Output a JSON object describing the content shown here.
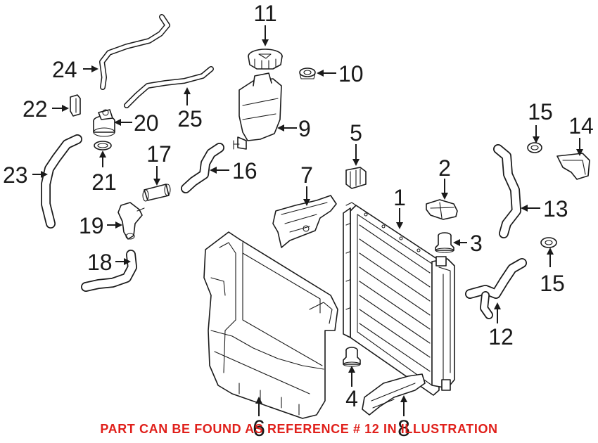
{
  "callouts": [
    {
      "id": "1",
      "label": "1"
    },
    {
      "id": "2",
      "label": "2"
    },
    {
      "id": "3",
      "label": "3"
    },
    {
      "id": "4",
      "label": "4"
    },
    {
      "id": "5",
      "label": "5"
    },
    {
      "id": "6",
      "label": "6"
    },
    {
      "id": "7",
      "label": "7"
    },
    {
      "id": "8",
      "label": "8"
    },
    {
      "id": "9",
      "label": "9"
    },
    {
      "id": "10",
      "label": "10"
    },
    {
      "id": "11",
      "label": "11"
    },
    {
      "id": "12",
      "label": "12"
    },
    {
      "id": "13",
      "label": "13"
    },
    {
      "id": "14",
      "label": "14"
    },
    {
      "id": "15a",
      "label": "15"
    },
    {
      "id": "15b",
      "label": "15"
    },
    {
      "id": "16",
      "label": "16"
    },
    {
      "id": "17",
      "label": "17"
    },
    {
      "id": "18",
      "label": "18"
    },
    {
      "id": "19",
      "label": "19"
    },
    {
      "id": "20",
      "label": "20"
    },
    {
      "id": "21",
      "label": "21"
    },
    {
      "id": "22",
      "label": "22"
    },
    {
      "id": "23",
      "label": "23"
    },
    {
      "id": "24",
      "label": "24"
    },
    {
      "id": "25",
      "label": "25"
    }
  ],
  "notice": {
    "text": "PART CAN BE FOUND AS REFERENCE # 12 IN ILLUSTRATION",
    "color": "#e0201b"
  }
}
